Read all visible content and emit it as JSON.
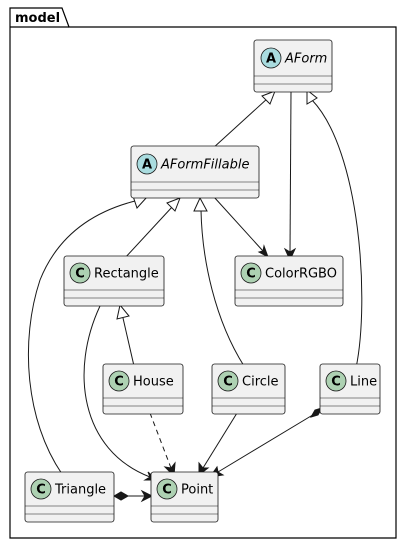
{
  "package": {
    "title": "model"
  },
  "classes": {
    "aform": {
      "kind": "A",
      "name": "AForm",
      "abstract": true
    },
    "aformfillable": {
      "kind": "A",
      "name": "AFormFillable",
      "abstract": true
    },
    "rectangle": {
      "kind": "C",
      "name": "Rectangle",
      "abstract": false
    },
    "colorrgbo": {
      "kind": "C",
      "name": "ColorRGBO",
      "abstract": false
    },
    "house": {
      "kind": "C",
      "name": "House",
      "abstract": false
    },
    "circle": {
      "kind": "C",
      "name": "Circle",
      "abstract": false
    },
    "line": {
      "kind": "C",
      "name": "Line",
      "abstract": false
    },
    "triangle": {
      "kind": "C",
      "name": "Triangle",
      "abstract": false
    },
    "point": {
      "kind": "C",
      "name": "Point",
      "abstract": false
    }
  },
  "relations": [
    {
      "from": "aformfillable",
      "to": "aform",
      "type": "inheritance"
    },
    {
      "from": "line",
      "to": "aform",
      "type": "inheritance"
    },
    {
      "from": "aform",
      "to": "colorrgbo",
      "type": "association"
    },
    {
      "from": "aformfillable",
      "to": "colorrgbo",
      "type": "association"
    },
    {
      "from": "rectangle",
      "to": "aformfillable",
      "type": "inheritance"
    },
    {
      "from": "circle",
      "to": "aformfillable",
      "type": "inheritance"
    },
    {
      "from": "triangle",
      "to": "aformfillable",
      "type": "inheritance"
    },
    {
      "from": "house",
      "to": "rectangle",
      "type": "inheritance"
    },
    {
      "from": "rectangle",
      "to": "point",
      "type": "association"
    },
    {
      "from": "house",
      "to": "point",
      "type": "dependency"
    },
    {
      "from": "circle",
      "to": "point",
      "type": "association"
    },
    {
      "from": "line",
      "to": "point",
      "type": "composition"
    },
    {
      "from": "triangle",
      "to": "point",
      "type": "composition"
    }
  ]
}
